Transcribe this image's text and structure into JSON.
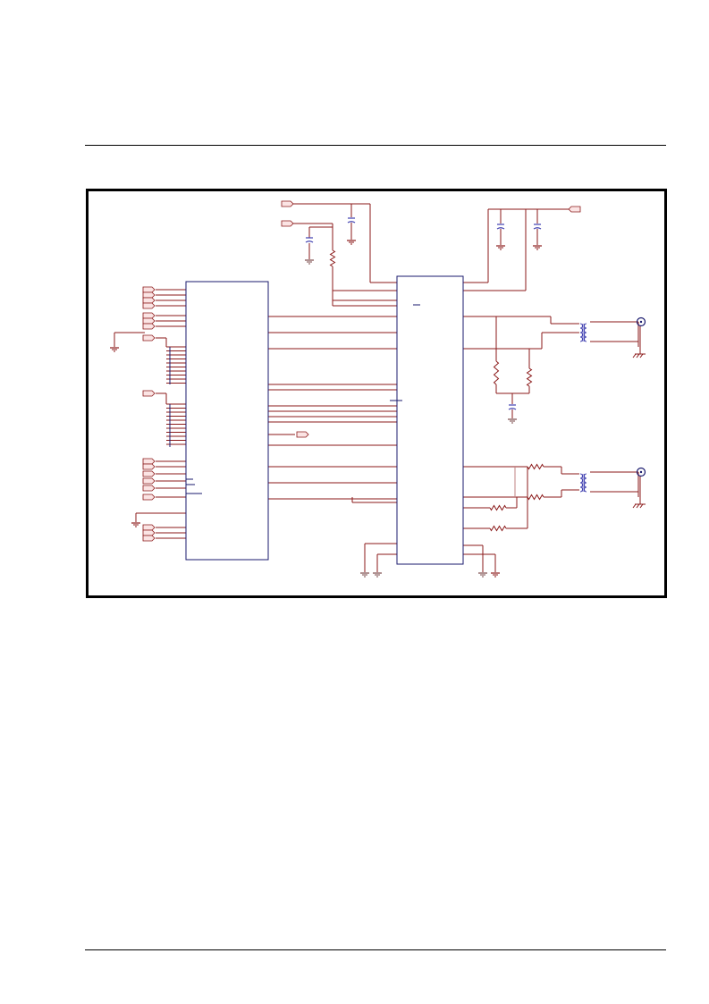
{
  "colors": {
    "wire": "#8b1a1a",
    "ic_outline": "#1a1a6e",
    "component": "#4040b0",
    "frame": "#000000",
    "connector_fill": "#fbe4e4"
  },
  "schematic": {
    "components": [
      {
        "id": "U1",
        "kind": "ic"
      },
      {
        "id": "U2",
        "kind": "ic"
      },
      {
        "id": "T1",
        "kind": "transformer"
      },
      {
        "id": "T2",
        "kind": "transformer"
      },
      {
        "id": "J1",
        "kind": "coax-connector"
      },
      {
        "id": "J2",
        "kind": "coax-connector"
      }
    ]
  }
}
